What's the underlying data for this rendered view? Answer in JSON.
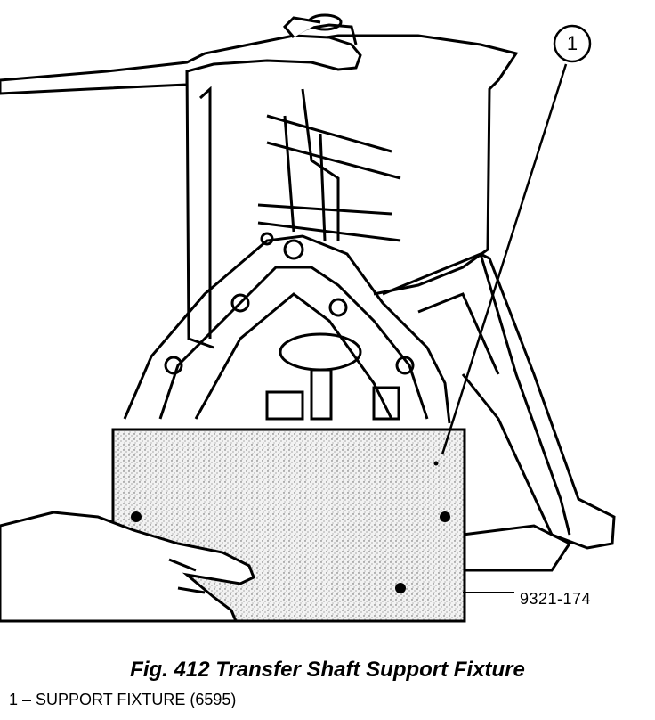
{
  "figure": {
    "callout": "1",
    "figure_number": "9321-174"
  },
  "caption": "Fig. 412 Transfer Shaft Support Fixture",
  "legend": [
    {
      "text": "1 – SUPPORT FIXTURE (6595)"
    }
  ]
}
